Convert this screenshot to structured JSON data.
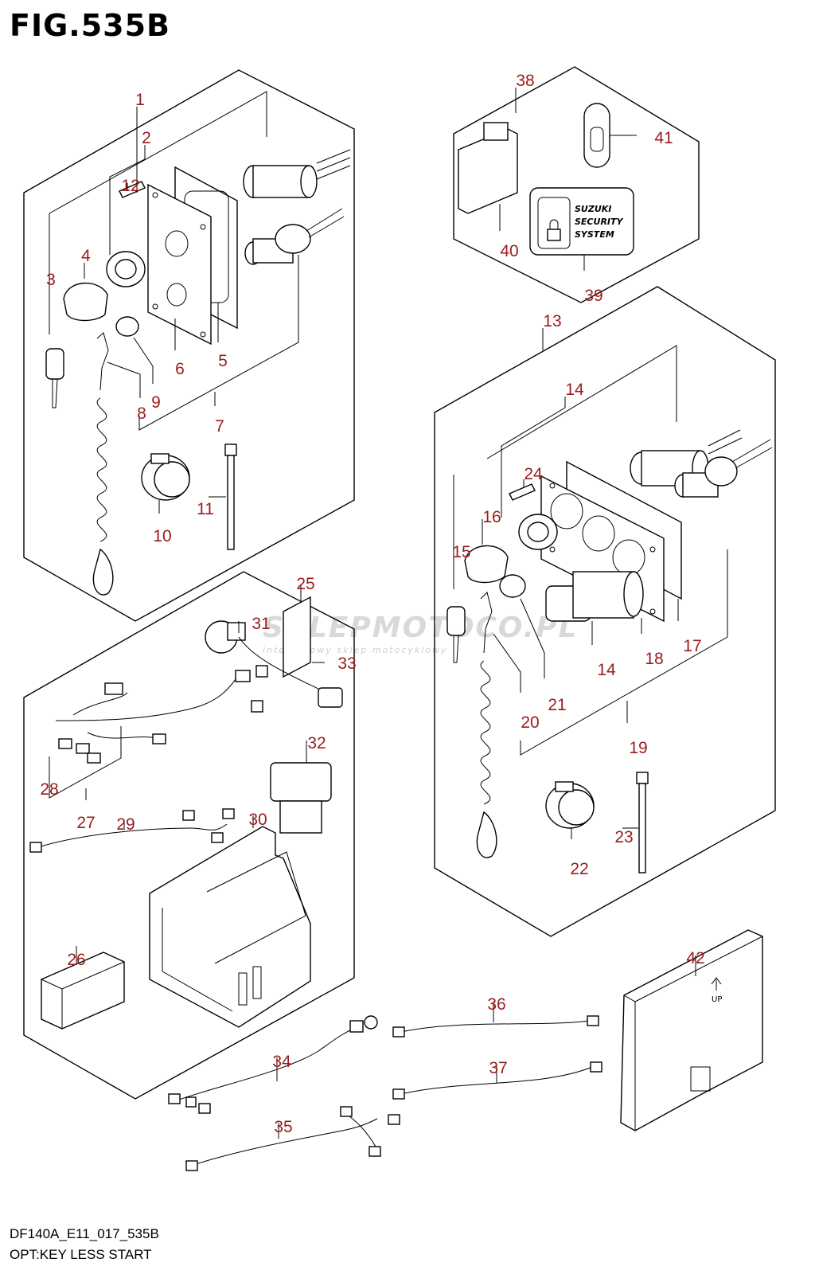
{
  "figure": {
    "title": "FIG.535B",
    "code": "DF140A_E11_017_535B",
    "name": "OPT:KEY LESS START"
  },
  "watermark": {
    "brand": "SKLEPMOTOCO.PL",
    "tagline": "internetowy sklep motocyklowy"
  },
  "badge": {
    "line1": "SUZUKI",
    "line2": "SECURITY",
    "line3": "SYSTEM"
  },
  "ecu_marking": "UP",
  "callouts": {
    "c1": "1",
    "c2": "2",
    "c3": "3",
    "c4": "4",
    "c5": "5",
    "c6": "6",
    "c7": "7",
    "c8": "8",
    "c9": "9",
    "c10": "10",
    "c11": "11",
    "c12": "12",
    "c13": "13",
    "c14a": "14",
    "c14b": "14",
    "c15": "15",
    "c16": "16",
    "c17": "17",
    "c18": "18",
    "c19": "19",
    "c20": "20",
    "c21": "21",
    "c22": "22",
    "c23": "23",
    "c24": "24",
    "c25": "25",
    "c26": "26",
    "c27": "27",
    "c28": "28",
    "c29": "29",
    "c30": "30",
    "c31": "31",
    "c32": "32",
    "c33": "33",
    "c34": "34",
    "c35": "35",
    "c36": "36",
    "c37": "37",
    "c38": "38",
    "c39": "39",
    "c40": "40",
    "c41": "41",
    "c42": "42"
  },
  "colors": {
    "callout": "#9b1c1c",
    "line": "#000000",
    "watermark": "#d9d9d9"
  }
}
